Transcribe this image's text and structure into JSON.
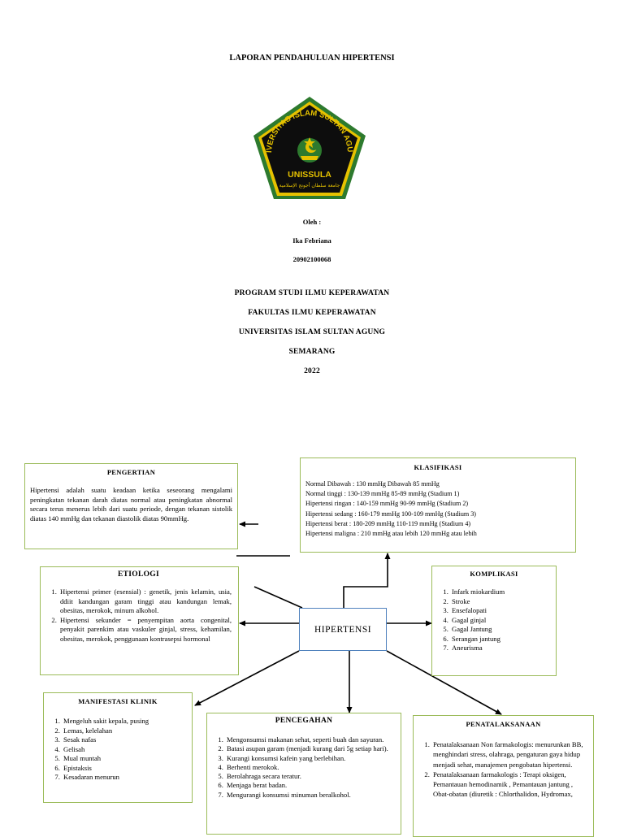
{
  "header": {
    "title": "LAPORAN PENDAHULUAN HIPERTENSI",
    "logo": {
      "arc_text": "UNIVERSITAS ISLAM SULTAN AGUNG",
      "name": "UNISSULA",
      "arabic": "جامعة سلطان أجونج الإسلامية",
      "colors": {
        "outer": "#2d7a2e",
        "inner": "#0d0d0d",
        "gold": "#e6c200"
      }
    },
    "by_label": "Oleh :",
    "author": "Ika Febriana",
    "nim": "20902100068",
    "program": [
      "PROGRAM STUDI ILMU KEPERAWATAN",
      "FAKULTAS ILMU KEPERAWATAN",
      "UNIVERSITAS ISLAM SULTAN AGUNG",
      "SEMARANG",
      "2022"
    ]
  },
  "diagram": {
    "center": "HIPERTENSI",
    "colors": {
      "box_border": "#9bbb59",
      "center_border": "#4f81bd"
    },
    "pengertian": {
      "title": "PENGERTIAN",
      "text": "Hipertensi adalah suatu keadaan ketika seseorang mengalami peningkatan tekanan darah diatas normal atau peningkatan abnormal secara terus menerus lebih dari suatu periode, dengan tekanan sistolik diatas 140 mmHg dan tekanan diastolik diatas 90mmHg."
    },
    "klasifikasi": {
      "title": "KLASIFIKASI",
      "lines": [
        "Normal Dibawah : 130 mmHg Dibawah 85 mmHg",
        "Normal tinggi : 130-139 mmHg 85-89 mmHg (Stadium 1)",
        "Hipertensi ringan : 140-159 mmHg 90-99 mmHg (Stadium 2)",
        "Hipertensi sedang : 160-179 mmHg 100-109 mmHg (Stadium 3)",
        "Hipertensi berat : 180-209 mmHg 110-119 mmHg (Stadium 4)",
        "Hipertensi maligna : 210 mmHg atau lebih 120 mmHg atau lebih"
      ]
    },
    "etiologi": {
      "title": "ETIOLOGI",
      "items": [
        "Hipertensi primer (esensial) : genetik, jenis kelamin, usia, ddiit kandungan garam tinggi atau kandungan lemak, obesitas, merokok, minum alkohol.",
        "Hipertensi sekunder = penyempitan aorta congenital, penyakit parenkim atau vaskuler ginjal, stress, kehamilan, obesitas, merokok, penggunaan kontrasepsi hormonal"
      ]
    },
    "komplikasi": {
      "title": "KOMPLIKASI",
      "items": [
        "Infark miokardium",
        "Stroke",
        "Ensefalopati",
        "Gagal ginjal",
        "Gagal Jantung",
        "Serangan jantung",
        "Aneurisma"
      ]
    },
    "manifestasi": {
      "title": "MANIFESTASI KLINIK",
      "items": [
        "Mengeluh sakit kepala, pusing",
        "Lemas, kelelahan",
        "Sesak nafas",
        "Gelisah",
        "Mual muntah",
        "Epistaksis",
        "Kesadaran menurun"
      ]
    },
    "pencegahan": {
      "title": "PENCEGAHAN",
      "items": [
        "Mengonsumsi makanan sehat, seperti buah dan sayuran.",
        "Batasi asupan garam (menjadi kurang dari 5g setiap hari).",
        "Kurangi konsumsi kafein yang berlebihan.",
        "Berhenti merokok.",
        "Berolahraga secara teratur.",
        "Menjaga berat badan.",
        "Mengurangi konsumsi minuman beralkohol."
      ]
    },
    "penatalaksanaan": {
      "title": "PENATALAKSANAAN",
      "items": [
        "Penatalaksanaan Non farmakologis: menurunkan BB, menghindari stress, olahraga, pengaturan gaya hidup menjadi sehat, manajemen pengobatan hipertensi.",
        "Penatalaksanaan farmakologis : Terapi oksigen, Pemantauan hemodinamik , Pemantauan jantung , Obat-obatan (diuretik : Chlorthalidon, Hydromax,"
      ]
    }
  }
}
